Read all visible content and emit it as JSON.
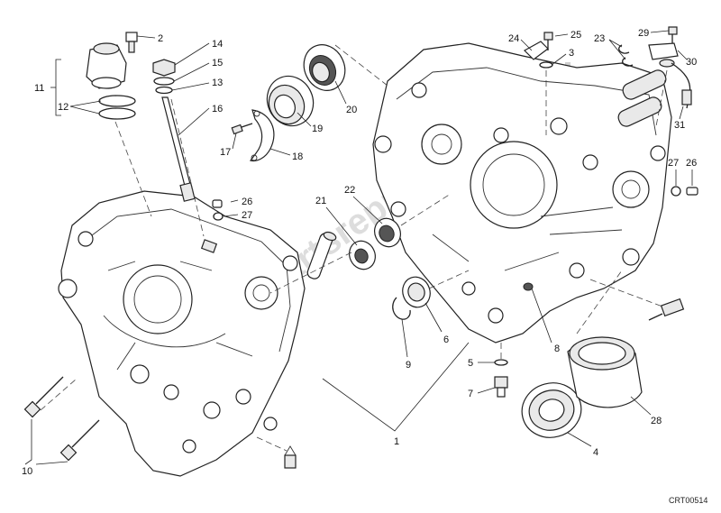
{
  "diagram": {
    "code": "CRT00514",
    "watermark": "Partsrepublik",
    "callouts": [
      "1",
      "2",
      "3",
      "4",
      "5",
      "6",
      "7",
      "8",
      "9",
      "10",
      "11",
      "12",
      "13",
      "14",
      "15",
      "16",
      "17",
      "18",
      "19",
      "20",
      "21",
      "22",
      "23",
      "24",
      "25",
      "26",
      "27",
      "28",
      "29",
      "30",
      "31"
    ]
  }
}
